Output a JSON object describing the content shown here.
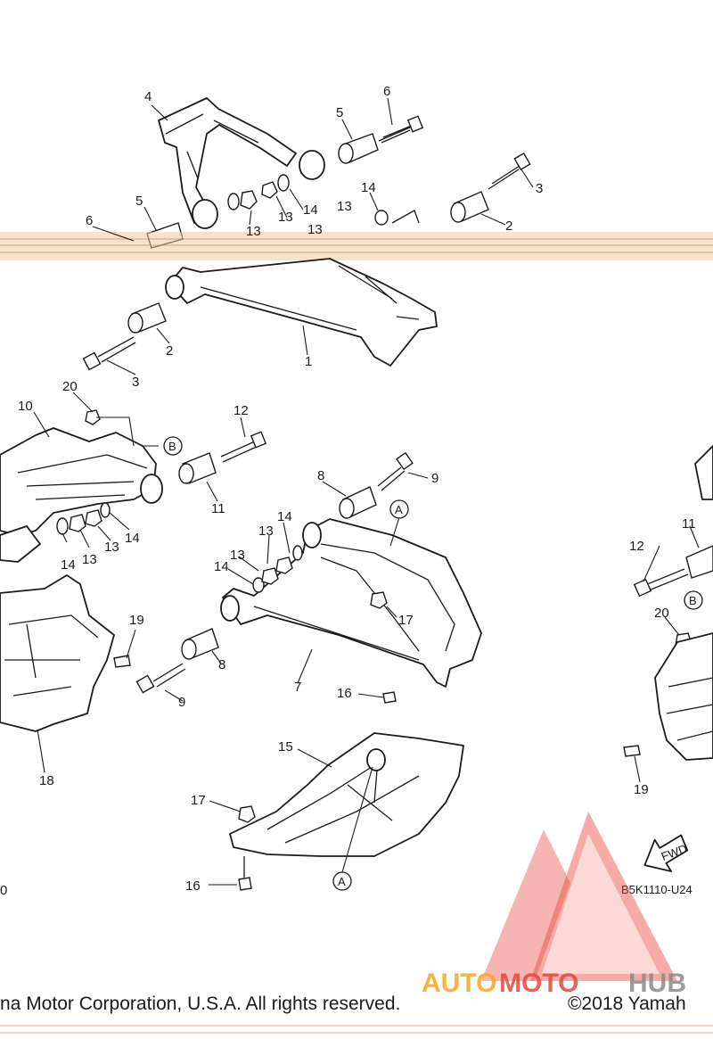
{
  "callouts": {
    "n1": "1",
    "n2": "2",
    "n3": "3",
    "n4": "4",
    "n5": "5",
    "n6": "6",
    "n7": "7",
    "n8": "8",
    "n9": "9",
    "n10": "10",
    "n11": "11",
    "n12": "12",
    "n13": "13",
    "n14": "14",
    "n15": "15",
    "n16": "16",
    "n17": "17",
    "n18": "18",
    "n19": "19",
    "n20": "20"
  },
  "refs": {
    "a": "A",
    "b": "B"
  },
  "fwd_label": "FWD",
  "diagram_code": "B5K1110-U24",
  "left_edge_fragment": "0",
  "watermark": {
    "part1": "AUTO",
    "part2": "MOTO",
    "part3": "HUB"
  },
  "footer": {
    "left": "na Motor Corporation, U.S.A. All rights reserved.",
    "right": "©2018 Yamah"
  },
  "colors": {
    "accent_red": "#e8463c",
    "accent_orange": "#f5a623",
    "accent_gray": "#8a8a8a",
    "scan_band": "#f1c7a2"
  }
}
